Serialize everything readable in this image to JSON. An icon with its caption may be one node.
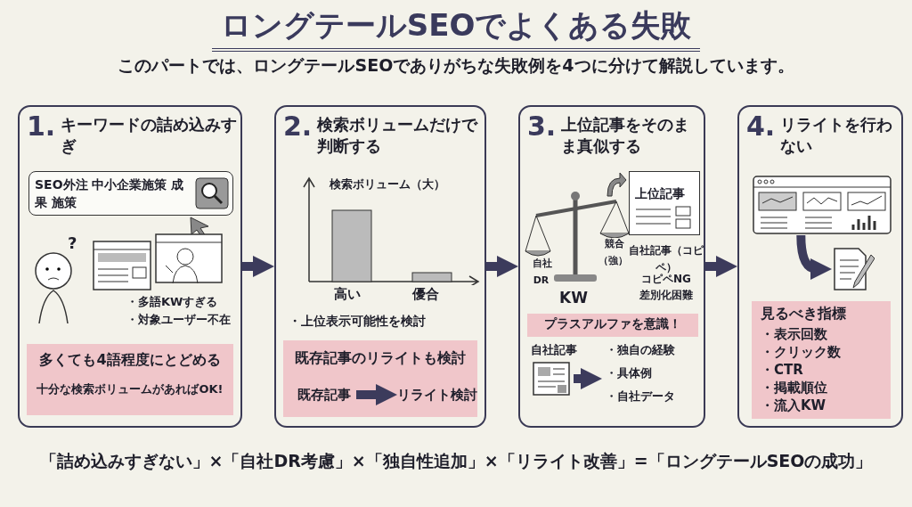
{
  "diagram": {
    "title": "ロングテールSEOでよくある失敗",
    "caption": "「詰め込みすぎない」×「自社DR考慮」×「独自性追加」×「リライト改善」=「ロングテールSEOの成功」",
    "nodes": [
      {
        "text": [
          "1.",
          "キーワードの詰め込みすぎ"
        ]
      },
      {
        "text": [
          "SEO外注 中小企業施策 成果 施策"
        ],
        "in": 0
      },
      {
        "text": [
          "多くても4語程度にとどめる",
          "十分な検索ボリュームがあればOK!"
        ],
        "in": 0
      },
      {
        "text": [
          "2.",
          "検索ボリュームだけで判断する"
        ]
      },
      {
        "text": [
          "既存記事のリライトも検討"
        ],
        "in": 3
      },
      {
        "text": [
          "既存記事"
        ],
        "in": 4
      },
      {
        "text": [
          "リライト検討"
        ],
        "in": 4
      },
      {
        "text": [
          "3.",
          "上位記事をそのまま真似する"
        ]
      },
      {
        "text": [
          "上位記事"
        ],
        "in": 7
      },
      {
        "text": [
          "プラスアルファを意識！"
        ],
        "in": 7
      },
      {
        "text": [],
        "shape": "picture",
        "in": 7
      },
      {
        "text": [
          "・独自の経験",
          "・具体例",
          "・自社データ"
        ],
        "in": 7
      },
      {
        "text": [
          "4.",
          "リライトを行わない"
        ]
      },
      {
        "text": [],
        "shape": "picture",
        "in": 12
      },
      {
        "text": [],
        "shape": "picture",
        "in": 12
      },
      {
        "text": [
          "見るべき指標",
          "・表示回数",
          "・クリック数",
          "・CTR",
          "・掲載順位",
          "・流入KW"
        ],
        "in": 12
      }
    ],
    "edges": [
      {
        "from": 0,
        "to": 3,
        "arrow": "to"
      },
      {
        "from": 5,
        "to": 6,
        "arrow": "to"
      },
      {
        "from": 3,
        "to": 7,
        "arrow": "to"
      },
      {
        "from": 10,
        "to": 11,
        "arrow": "to"
      },
      {
        "from": 7,
        "to": 12,
        "arrow": "to"
      },
      {
        "from": 13,
        "to": 14,
        "arrow": "to"
      }
    ],
    "labels": [
      "このパートでは、ロングテールSEOでありがちな失敗例を4つに分けて解説しています。",
      "?",
      "・多語KWすぎる",
      "・対象ユーザー不在",
      "検索ボリューム（大）",
      "高い",
      "優合",
      "・上位表示可能性を検討",
      "自社DR",
      "競合（強）",
      "KW",
      "自社記事（コピペ）",
      "コピペNG",
      "差別化困難",
      "自社記事"
    ]
  }
}
